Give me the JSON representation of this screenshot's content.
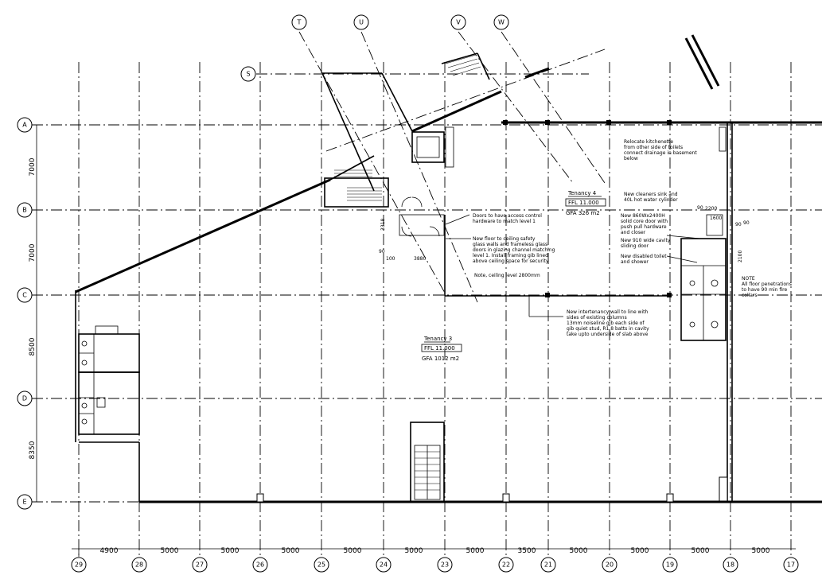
{
  "grid": {
    "columns": [
      "29",
      "28",
      "27",
      "26",
      "25",
      "24",
      "23",
      "22",
      "21",
      "20",
      "19",
      "18",
      "17"
    ],
    "rows": [
      "A",
      "B",
      "C",
      "D",
      "E"
    ],
    "skew_top": [
      "T",
      "U",
      "V",
      "W"
    ],
    "skew_side": [
      "S"
    ]
  },
  "dimensions": {
    "bottom": [
      "4900",
      "5000",
      "5000",
      "5000",
      "5000",
      "5000",
      "5000",
      "3500",
      "5000",
      "5000",
      "5000",
      "5000"
    ],
    "left": [
      "7000",
      "7000",
      "8500",
      "8350"
    ],
    "local": [
      "3318",
      "90",
      "100",
      "3880",
      "90",
      "1600",
      "2200",
      "2100",
      "90",
      "90"
    ]
  },
  "tenancies": [
    {
      "name": "Tenancy 4",
      "ffl": "FFL 11.000",
      "gfa": "GFA 326 m2"
    },
    {
      "name": "Tenancy 3",
      "ffl": "FFL 11.000",
      "gfa": "GFA 1012 m2"
    }
  ],
  "notes": {
    "kitchenette": [
      "Relocate kitchenette",
      "from other side of toilets",
      "connect drainage in basement",
      "below"
    ],
    "cleaners": [
      "New cleaners sink and",
      "40L hot water cylinder"
    ],
    "solid_door": [
      "New 860Wx2400H",
      "solid core door with",
      "push pull hardware",
      "and closer"
    ],
    "cavity_door": [
      "New 910 wide cavity",
      "sliding door"
    ],
    "disabled_toilet": [
      "New disabled toilet",
      "and shower"
    ],
    "access_control": [
      "Doors to have access control",
      "hardware to match level 1"
    ],
    "glazed": [
      "New floor to ceiling safety",
      "glass walls and frameless glass",
      "doors in glazing channel matching",
      "level 1. Install framing gib lined",
      "above ceiling space for security"
    ],
    "ceiling": [
      "Note, ceiling level 2800mm"
    ],
    "intertenancy": [
      "New intertenancy wall to line with",
      "sides of existing columns",
      "13mm noiseline gib each side of",
      "gib quiet stud, R1.8 batts in cavity",
      "take upto underside of slab above"
    ],
    "penetrations": [
      "NOTE",
      "All floor penetrations",
      "to have 90 min fire",
      "collars"
    ]
  }
}
